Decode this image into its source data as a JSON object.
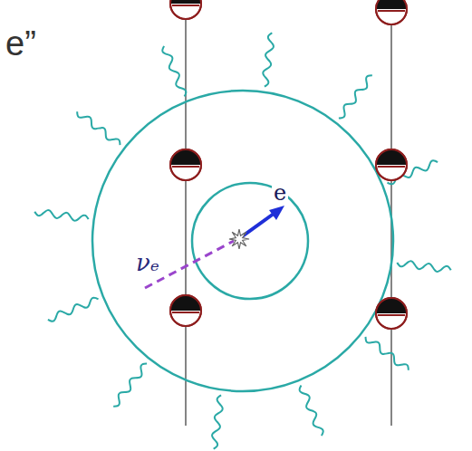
{
  "diagram": {
    "labels": [
      "e”",
      "νₑ",
      "e"
    ]
  }
}
